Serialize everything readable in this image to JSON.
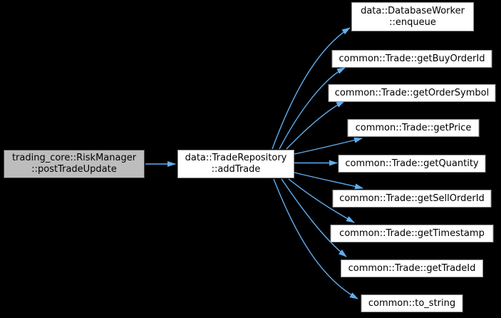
{
  "diagram": {
    "kind": "call-graph",
    "background_color": "#000000",
    "arrow_color": "#61aef0",
    "node_fill_color": "#ffffff",
    "node_border_color": "#909090",
    "current_node_fill_color": "#bdbdbd",
    "nodes": [
      {
        "id": "postTradeUpdate",
        "type": "current",
        "label_lines": [
          "trading_core::RiskManager",
          "::postTradeUpdate"
        ]
      },
      {
        "id": "addTrade",
        "type": "default",
        "label_lines": [
          "data::TradeRepository",
          "::addTrade"
        ]
      },
      {
        "id": "enqueue",
        "type": "default",
        "label_lines": [
          "data::DatabaseWorker",
          "::enqueue"
        ]
      },
      {
        "id": "getBuyOrderId",
        "type": "default",
        "label_lines": [
          "common::Trade::getBuyOrderId"
        ]
      },
      {
        "id": "getOrderSymbol",
        "type": "default",
        "label_lines": [
          "common::Trade::getOrderSymbol"
        ]
      },
      {
        "id": "getPrice",
        "type": "default",
        "label_lines": [
          "common::Trade::getPrice"
        ]
      },
      {
        "id": "getQuantity",
        "type": "default",
        "label_lines": [
          "common::Trade::getQuantity"
        ]
      },
      {
        "id": "getSellOrderId",
        "type": "default",
        "label_lines": [
          "common::Trade::getSellOrderId"
        ]
      },
      {
        "id": "getTimestamp",
        "type": "default",
        "label_lines": [
          "common::Trade::getTimestamp"
        ]
      },
      {
        "id": "getTradeId",
        "type": "default",
        "label_lines": [
          "common::Trade::getTradeId"
        ]
      },
      {
        "id": "to_string",
        "type": "default",
        "label_lines": [
          "common::to_string"
        ]
      }
    ],
    "edges": [
      {
        "from": "postTradeUpdate",
        "to": "addTrade"
      },
      {
        "from": "addTrade",
        "to": "enqueue"
      },
      {
        "from": "addTrade",
        "to": "getBuyOrderId"
      },
      {
        "from": "addTrade",
        "to": "getOrderSymbol"
      },
      {
        "from": "addTrade",
        "to": "getPrice"
      },
      {
        "from": "addTrade",
        "to": "getQuantity"
      },
      {
        "from": "addTrade",
        "to": "getSellOrderId"
      },
      {
        "from": "addTrade",
        "to": "getTimestamp"
      },
      {
        "from": "addTrade",
        "to": "getTradeId"
      },
      {
        "from": "addTrade",
        "to": "to_string"
      }
    ]
  }
}
